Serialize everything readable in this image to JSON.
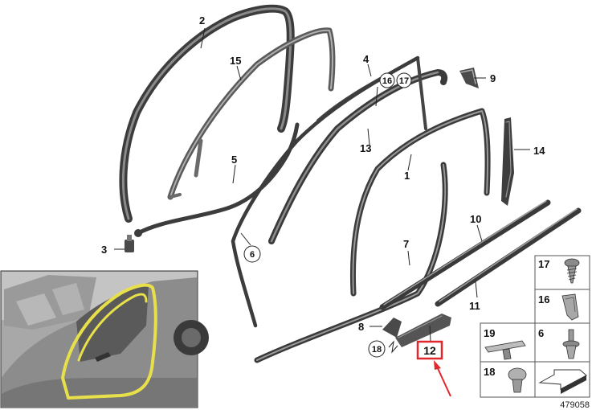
{
  "diagram": {
    "callouts": {
      "c1": "1",
      "c2": "2",
      "c3": "3",
      "c4": "4",
      "c5": "5",
      "c6": "6",
      "c7": "7",
      "c8": "8",
      "c9": "9",
      "c10": "10",
      "c11": "11",
      "c12": "12",
      "c13": "13",
      "c14": "14",
      "c15": "15",
      "c16": "16",
      "c17": "17",
      "c18": "18"
    },
    "legend": {
      "i17": "17",
      "i16": "16",
      "i19": "19",
      "i6": "6",
      "i18": "18"
    },
    "document_number": "479058",
    "colors": {
      "seal": "#4a4a4a",
      "highlight_box": "#e1262c",
      "arrow": "#e1262c",
      "inset_yellow": "#e8e04a"
    }
  }
}
